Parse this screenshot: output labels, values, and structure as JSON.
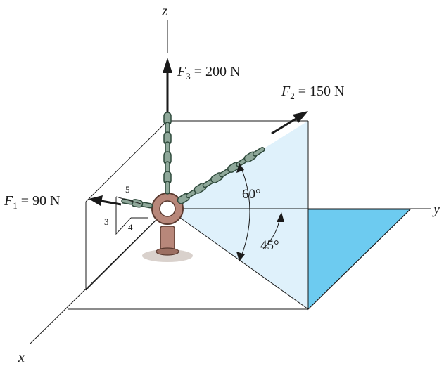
{
  "axes": {
    "x": "x",
    "y": "y",
    "z": "z"
  },
  "forces": {
    "f1": {
      "symbol": "F",
      "sub": "1",
      "value": " = 90 N"
    },
    "f2": {
      "symbol": "F",
      "sub": "2",
      "value": " = 150 N"
    },
    "f3": {
      "symbol": "F",
      "sub": "3",
      "value": " = 200 N"
    }
  },
  "slope_triangle": {
    "hyp": "5",
    "vert": "3",
    "horiz": "4"
  },
  "angles": {
    "a1": "60°",
    "a2": "45°"
  },
  "colors": {
    "plane_light": "#dff1fb",
    "plane_dark": "#6dcbf0",
    "chain": "#8fa89a",
    "chain_edge": "#2f4a3c",
    "eyebolt": "#b8877a",
    "eyebolt_edge": "#5a3a30",
    "line": "#1a1a1a"
  }
}
